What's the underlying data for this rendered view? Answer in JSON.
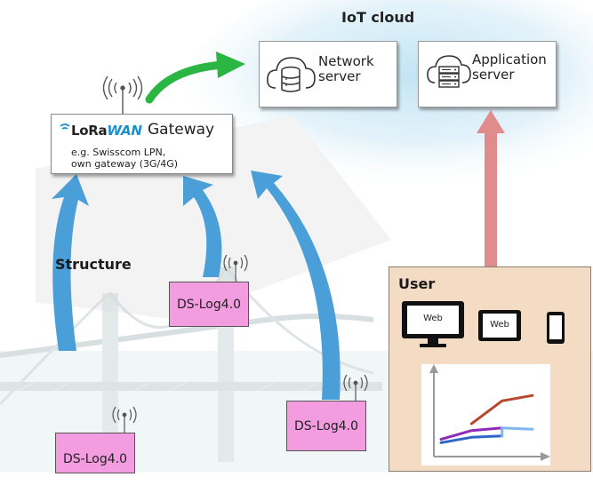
{
  "cloud": {
    "title": "IoT cloud"
  },
  "servers": {
    "network": {
      "line1": "Network",
      "line2": "server"
    },
    "application": {
      "line1": "Application",
      "line2": "server"
    }
  },
  "gateway": {
    "brand_lora": "LoRa",
    "brand_wan": "WAN",
    "title": "Gateway",
    "note_line1": "e.g. Swisscom LPN,",
    "note_line2": "own gateway (3G/4G)"
  },
  "structure": {
    "label": "Structure"
  },
  "devices": [
    {
      "label": "DS-Log4.0"
    },
    {
      "label": "DS-Log4.0"
    },
    {
      "label": "DS-Log4.0"
    }
  ],
  "user": {
    "title": "User",
    "monitor_label": "Web",
    "tablet_label": "Web"
  },
  "icons": [
    "antenna-icon",
    "database-cloud-icon",
    "server-cloud-icon",
    "monitor-icon",
    "tablet-icon",
    "phone-icon",
    "line-chart-icon"
  ],
  "colors": {
    "device_fill": "#f39ce0",
    "upload_arrow": "#4a9fd8",
    "cloud_arrow": "#2bb542",
    "user_arrow": "#e08c8c",
    "user_panel": "#f4dcc4",
    "cloud_glow": "#cfe9f5"
  },
  "chart_data": {
    "type": "line",
    "title": "",
    "xlabel": "",
    "ylabel": "",
    "x": [
      0,
      1,
      2,
      3
    ],
    "series": [
      {
        "color": "#b5472a",
        "values": [
          0.25,
          0.38,
          0.72,
          0.8
        ]
      },
      {
        "color": "#8e2bb8",
        "values": [
          0.15,
          0.28,
          0.32,
          0.0
        ]
      },
      {
        "color": "#2f67c9",
        "values": [
          0.1,
          0.18,
          0.2,
          0.0
        ]
      },
      {
        "color": "#7fb6f0",
        "values": [
          0.0,
          0.0,
          0.32,
          0.3
        ]
      }
    ]
  }
}
